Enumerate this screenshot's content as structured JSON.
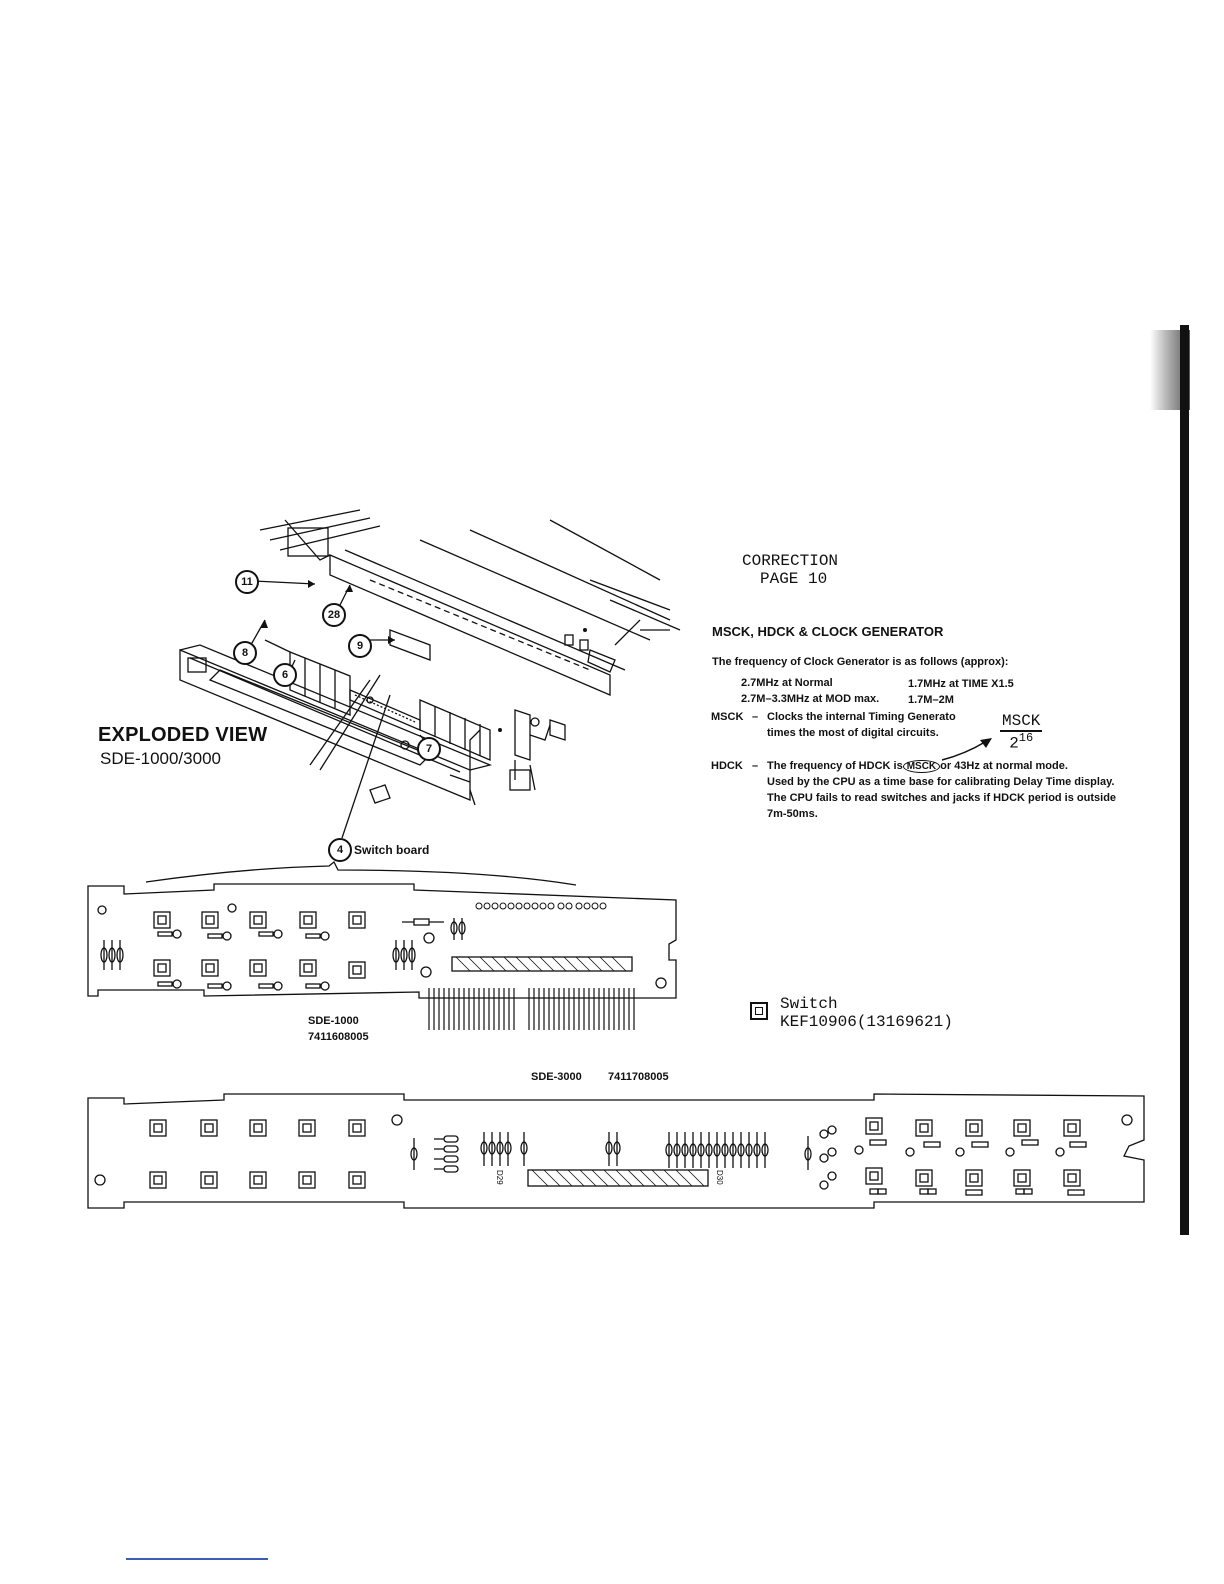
{
  "exploded": {
    "title": "EXPLODED VIEW",
    "model": "SDE-1000/3000",
    "callouts": [
      "11",
      "28",
      "8",
      "9",
      "6",
      "7",
      "4"
    ],
    "switch_board_label": "Switch board"
  },
  "correction": {
    "line1": "CORRECTION",
    "line2": "PAGE 10"
  },
  "section": {
    "title": "MSCK, HDCK & CLOCK GENERATOR",
    "intro": "The frequency of Clock Generator is as follows (approx):",
    "freq_normal": "2.7MHz at Normal",
    "freq_time": "1.7MHz at TIME X1.5",
    "freq_mod": "2.7M–3.3MHz at MOD max.",
    "freq_range": "1.7M–2M",
    "msck_term": "MSCK",
    "msck_dash": "–",
    "msck_line1": "Clocks the internal Timing Generato",
    "msck_line2": "times the most of digital circuits.",
    "formula_num": "MSCK",
    "formula_base": "2",
    "formula_exp": "16",
    "hdck_term": "HDCK",
    "hdck_dash": "–",
    "hdck_pre": "The frequency of HDCK is",
    "hdck_circled": "MSCK",
    "hdck_post": "or 43Hz at normal mode.",
    "hdck_line2": "Used by the CPU as a time base for calibrating Delay Time display.",
    "hdck_line3": "The CPU fails to read switches and jacks if HDCK period is outside",
    "hdck_line4": "7m-50ms."
  },
  "pcb1000": {
    "model": "SDE-1000",
    "part": "7411608005"
  },
  "pcb3000": {
    "model": "SDE-3000",
    "part": "7411708005",
    "d29": "D29",
    "d30": "D30"
  },
  "legend": {
    "switch_label": "Switch",
    "switch_part": "KEF10906(13169621)"
  }
}
